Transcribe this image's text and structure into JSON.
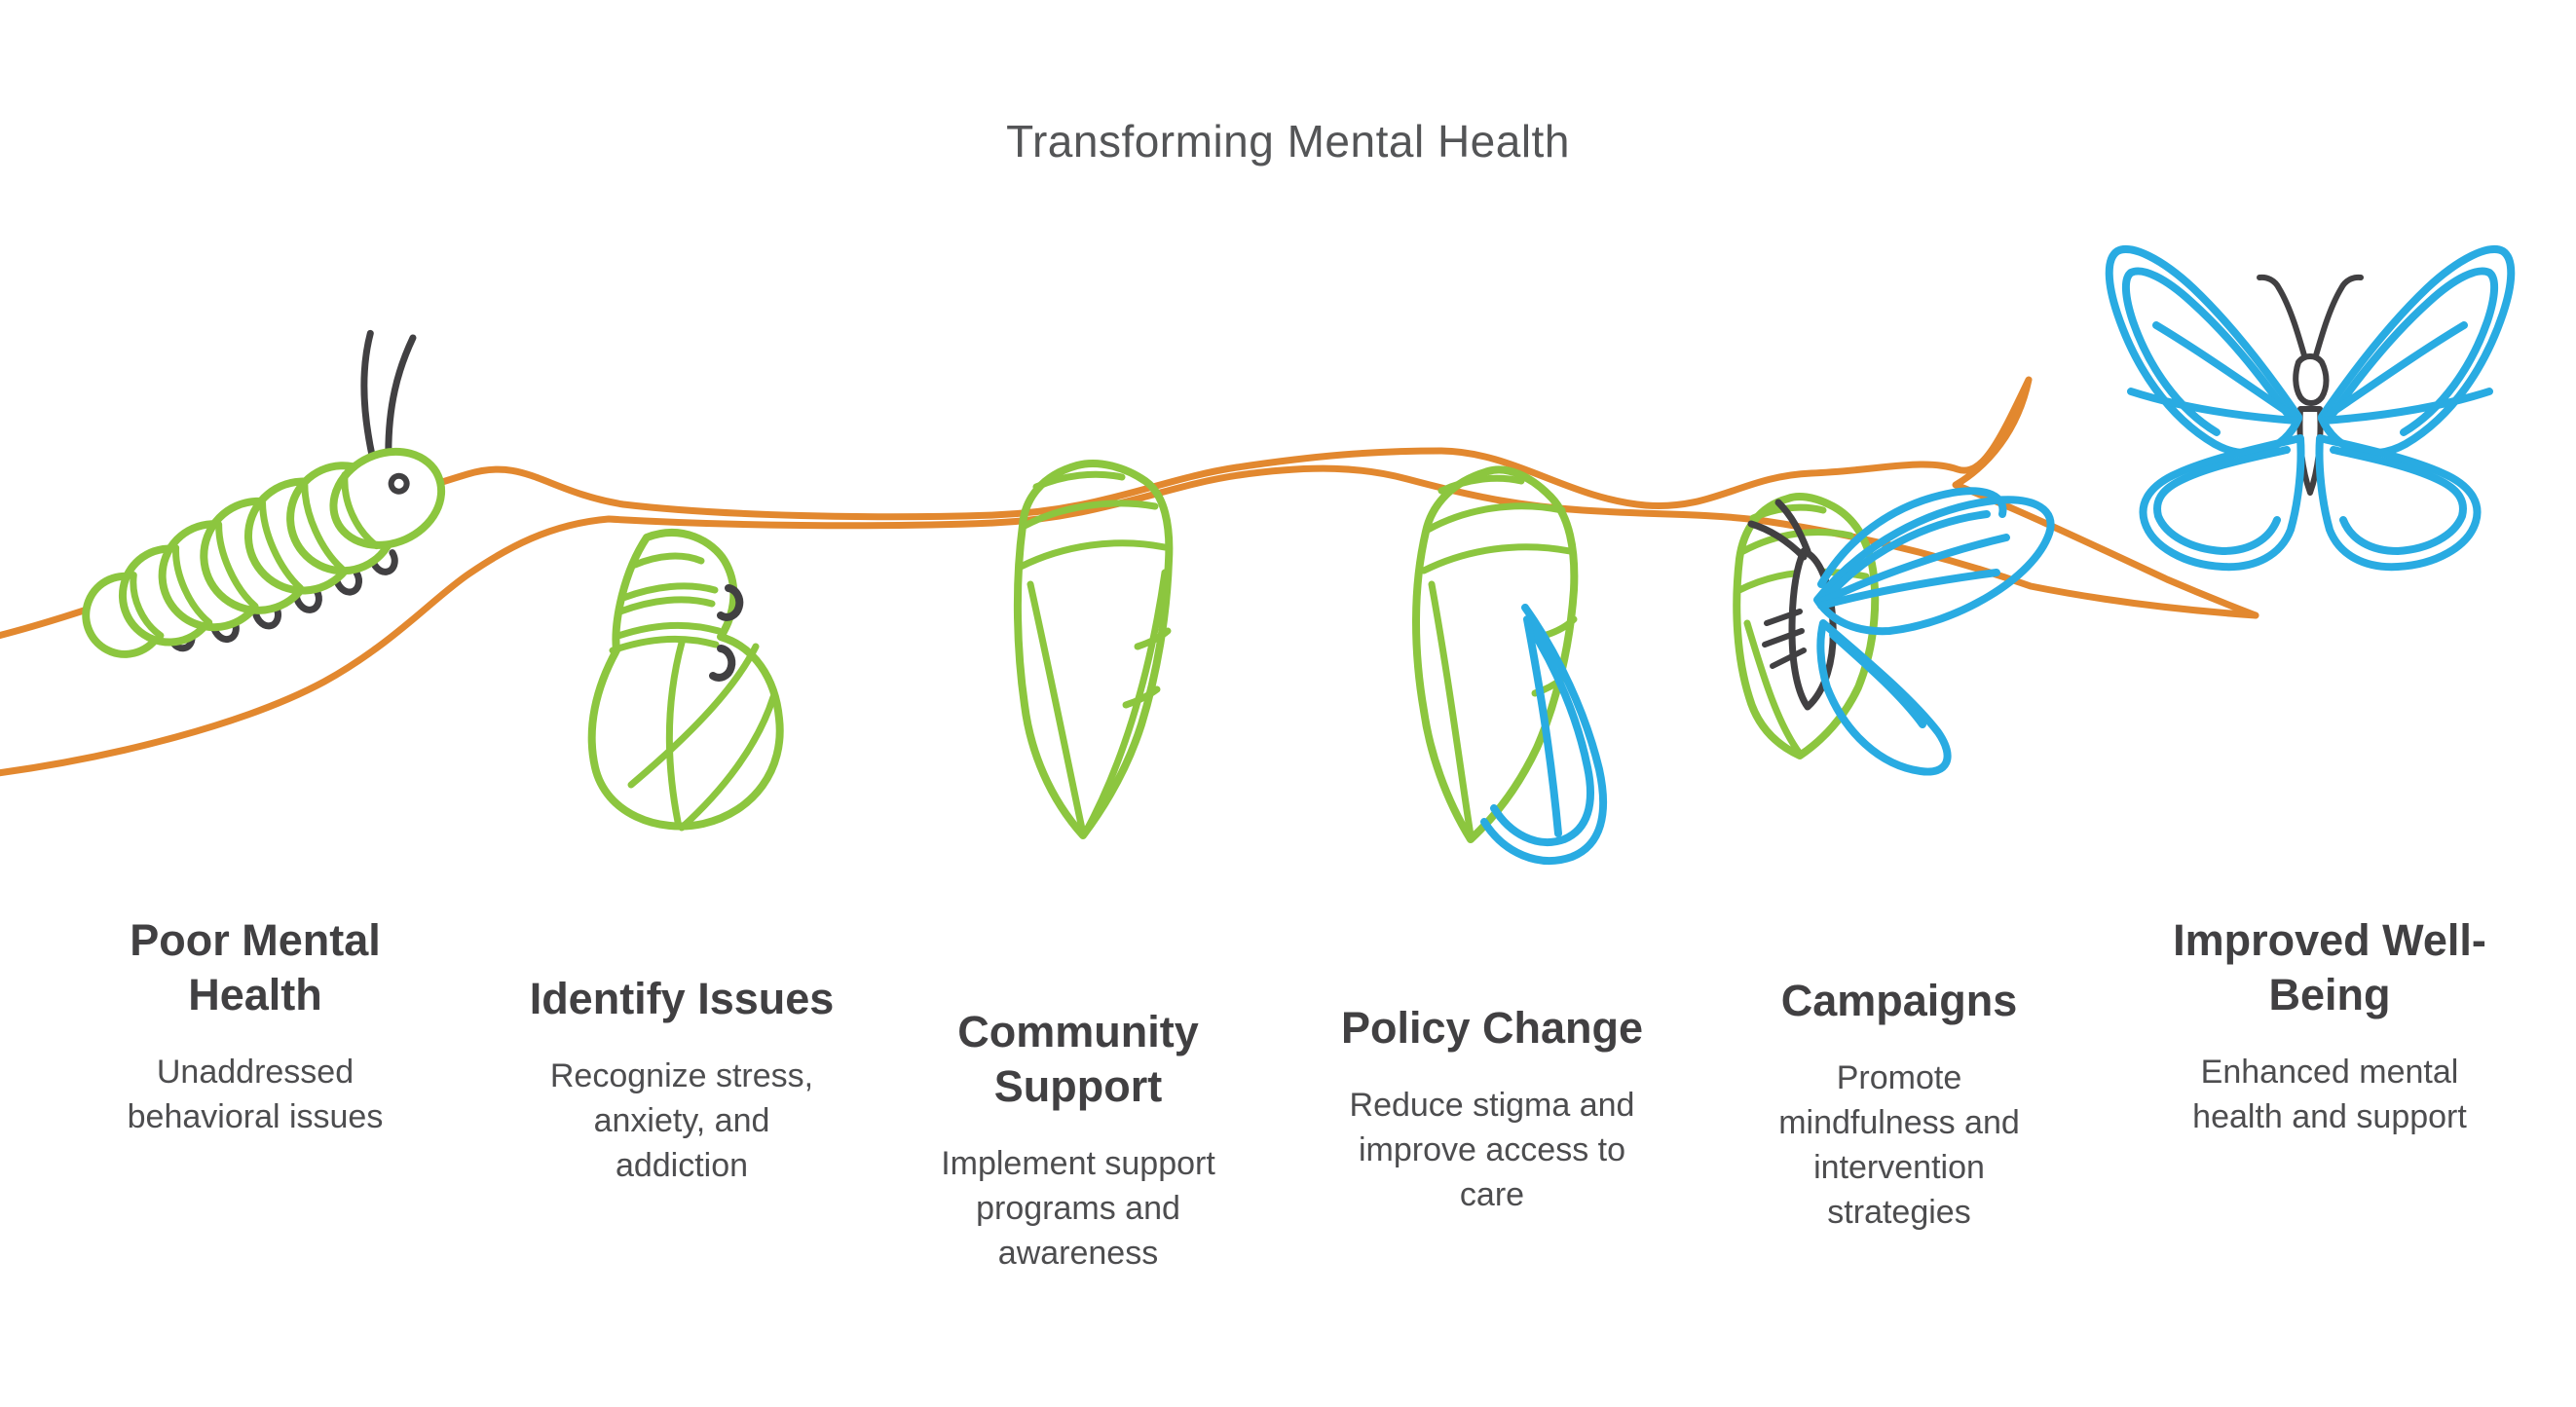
{
  "title": "Transforming Mental Health",
  "stages": [
    {
      "id": "poor-mental-health",
      "title": "Poor Mental\nHealth",
      "description": "Unaddressed\nbehavioral issues",
      "icon": "caterpillar-icon"
    },
    {
      "id": "identify-issues",
      "title": "Identify Issues",
      "description": "Recognize stress,\nanxiety, and\naddiction",
      "icon": "curled-caterpillar-icon"
    },
    {
      "id": "community-support",
      "title": "Community\nSupport",
      "description": "Implement support\nprograms and\nawareness",
      "icon": "chrysalis-icon"
    },
    {
      "id": "policy-change",
      "title": "Policy Change",
      "description": "Reduce stigma and\nimprove access to\ncare",
      "icon": "chrysalis-emerging-wing-icon"
    },
    {
      "id": "campaigns",
      "title": "Campaigns",
      "description": "Promote\nmindfulness and\nintervention\nstrategies",
      "icon": "emerging-butterfly-icon"
    },
    {
      "id": "improved-well-being",
      "title": "Improved Well-\nBeing",
      "description": "Enhanced mental\nhealth and support",
      "icon": "butterfly-icon"
    }
  ],
  "colors": {
    "green": "#8CC63F",
    "blue": "#29ABE2",
    "orange": "#E2882F",
    "ink": "#414042",
    "title_gray": "#545557",
    "heading_text": "#414042",
    "body_text": "#4D4D4F",
    "background": "#FFFFFF"
  }
}
